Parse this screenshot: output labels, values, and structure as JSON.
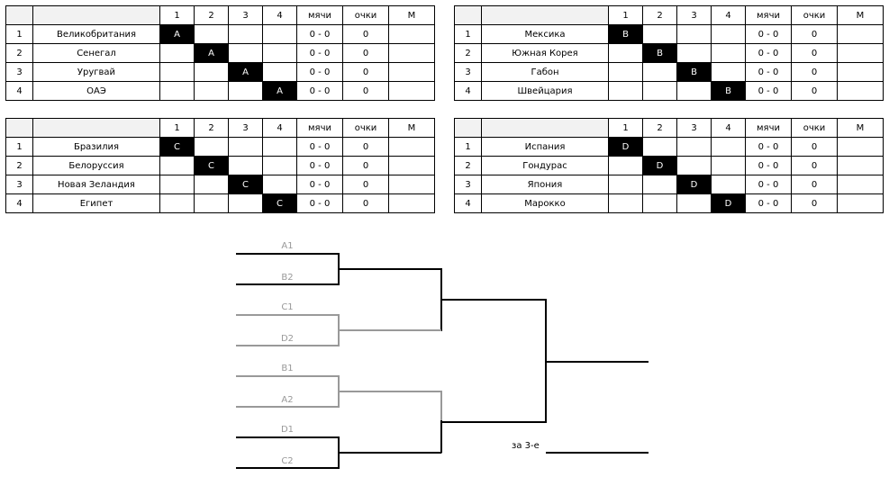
{
  "headers": [
    "1",
    "2",
    "3",
    "4",
    "мячи",
    "очки",
    "М"
  ],
  "groups": [
    {
      "letter": "A",
      "teams": [
        {
          "pos": "1",
          "name": "Великобритания",
          "balls": "0 - 0",
          "points": "0"
        },
        {
          "pos": "2",
          "name": "Сенегал",
          "balls": "0 - 0",
          "points": "0"
        },
        {
          "pos": "3",
          "name": "Уругвай",
          "balls": "0 - 0",
          "points": "0"
        },
        {
          "pos": "4",
          "name": "ОАЭ",
          "balls": "0 - 0",
          "points": "0"
        }
      ]
    },
    {
      "letter": "B",
      "teams": [
        {
          "pos": "1",
          "name": "Мексика",
          "balls": "0 - 0",
          "points": "0"
        },
        {
          "pos": "2",
          "name": "Южная Корея",
          "balls": "0 - 0",
          "points": "0"
        },
        {
          "pos": "3",
          "name": "Габон",
          "balls": "0 - 0",
          "points": "0"
        },
        {
          "pos": "4",
          "name": "Швейцария",
          "balls": "0 - 0",
          "points": "0"
        }
      ]
    },
    {
      "letter": "C",
      "teams": [
        {
          "pos": "1",
          "name": "Бразилия",
          "balls": "0 - 0",
          "points": "0"
        },
        {
          "pos": "2",
          "name": "Белоруссия",
          "balls": "0 - 0",
          "points": "0"
        },
        {
          "pos": "3",
          "name": "Новая Зеландия",
          "balls": "0 - 0",
          "points": "0"
        },
        {
          "pos": "4",
          "name": "Египет",
          "balls": "0 - 0",
          "points": "0"
        }
      ]
    },
    {
      "letter": "D",
      "teams": [
        {
          "pos": "1",
          "name": "Испания",
          "balls": "0 - 0",
          "points": "0"
        },
        {
          "pos": "2",
          "name": "Гондурас",
          "balls": "0 - 0",
          "points": "0"
        },
        {
          "pos": "3",
          "name": "Япония",
          "balls": "0 - 0",
          "points": "0"
        },
        {
          "pos": "4",
          "name": "Марокко",
          "balls": "0 - 0",
          "points": "0"
        }
      ]
    }
  ],
  "bracket": {
    "slots": [
      "A1",
      "B2",
      "C1",
      "D2",
      "B1",
      "A2",
      "D1",
      "C2"
    ],
    "third_place_label": "за 3-е"
  }
}
